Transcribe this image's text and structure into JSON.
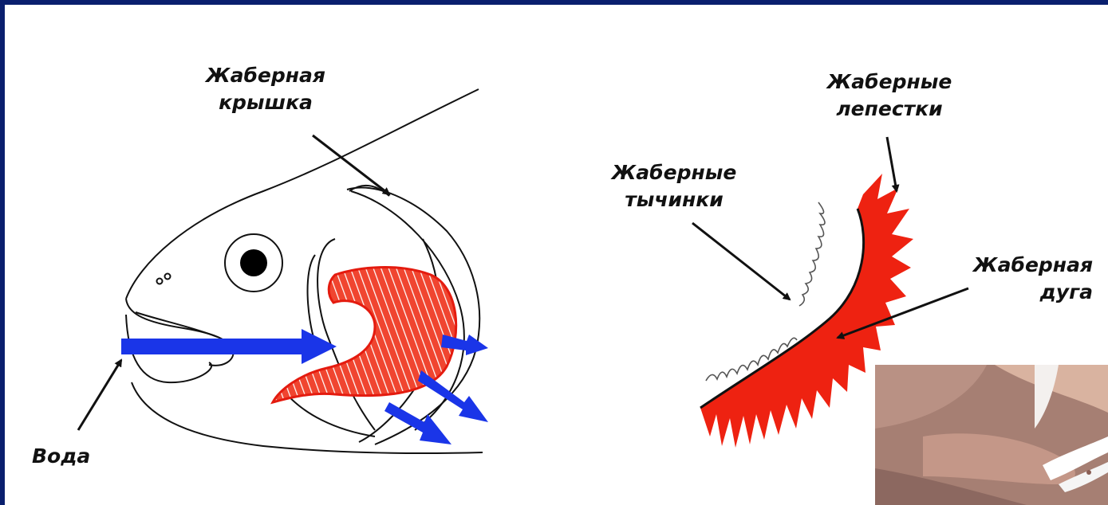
{
  "labels": {
    "operculum": [
      "Жаберная",
      "крышка"
    ],
    "water": "Вода",
    "filaments": [
      "Жаберные",
      "лепестки"
    ],
    "rakers": [
      "Жаберные",
      "тычинки"
    ],
    "arch": [
      "Жаберная",
      "дуга"
    ]
  },
  "colors": {
    "background_frame": "#0a1f6e",
    "gill_red": "#ee2211",
    "water_arrow_blue": "#1a35e8",
    "outline": "#111111"
  },
  "photo": {
    "description_icon": "hand-photo"
  }
}
